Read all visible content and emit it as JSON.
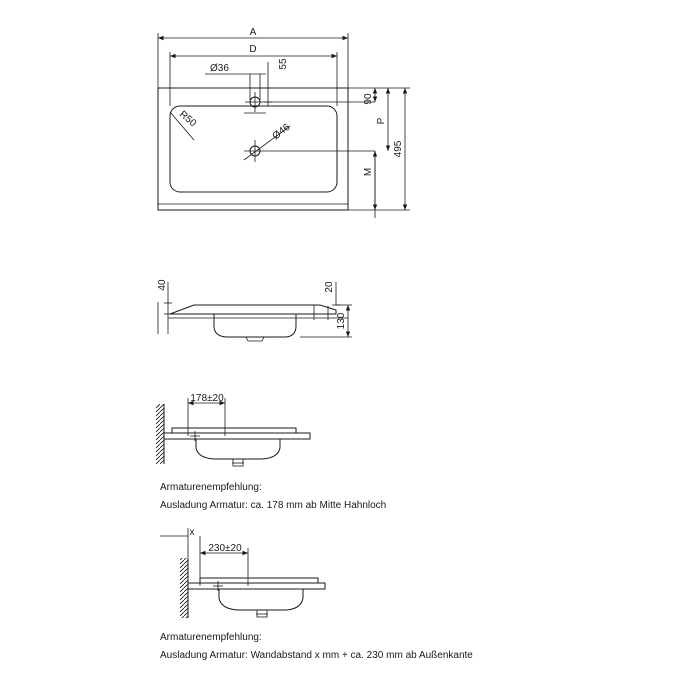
{
  "top_view": {
    "dim_a": "A",
    "dim_d": "D",
    "dim_tap_hole": "Ø36",
    "dim_tap_offset": "55",
    "dim_radius": "R50",
    "dim_drain": "Ø46",
    "dim_90": "90",
    "dim_p": "P",
    "dim_m": "M",
    "dim_depth": "495"
  },
  "side_view": {
    "dim_40": "40",
    "dim_20": "20",
    "dim_130": "130"
  },
  "install_1": {
    "dim": "178±20",
    "caption_title": "Armaturenempfehlung:",
    "caption_text": "Ausladung Armatur: ca. 178 mm ab Mitte Hahnloch"
  },
  "install_2": {
    "dim_x": "x",
    "dim": "230±20",
    "caption_title": "Armaturenempfehlung:",
    "caption_text": "Ausladung Armatur: Wandabstand x mm + ca. 230 mm ab Außenkante"
  }
}
